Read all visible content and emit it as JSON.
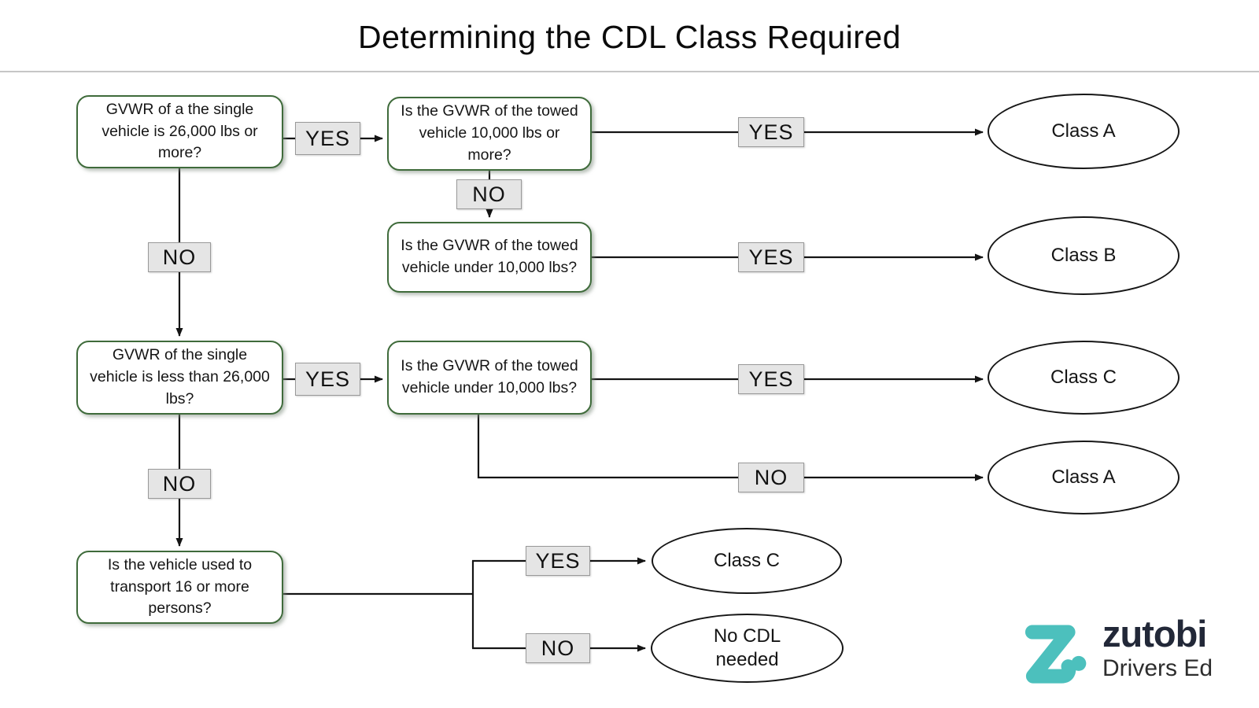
{
  "title": "Determining the CDL Class Required",
  "questions": {
    "q1": "GVWR of a the single vehicle is 26,000 lbs or more?",
    "q2": "Is the GVWR of the towed vehicle 10,000 lbs or more?",
    "q3": "Is the GVWR of the towed vehicle under 10,000 lbs?",
    "q4": "GVWR of the single vehicle is less than 26,000 lbs?",
    "q5": "Is the GVWR of the towed vehicle under 10,000 lbs?",
    "q6": "Is the vehicle used to transport 16 or more persons?"
  },
  "outcomes": {
    "class_a_1": "Class A",
    "class_b": "Class B",
    "class_c_1": "Class C",
    "class_a_2": "Class A",
    "class_c_2": "Class C",
    "no_cdl": "No CDL needed"
  },
  "edge_labels": {
    "yes": "YES",
    "no": "NO"
  },
  "logo": {
    "brand": "zutobi",
    "tagline": "Drivers Ed"
  },
  "colors": {
    "accent_teal": "#4cc0bd",
    "box_border_green": "#3f6b3b",
    "tag_bg": "#e5e5e5",
    "tag_border": "#999999",
    "line_color": "#141414",
    "logo_text": "#222838"
  }
}
